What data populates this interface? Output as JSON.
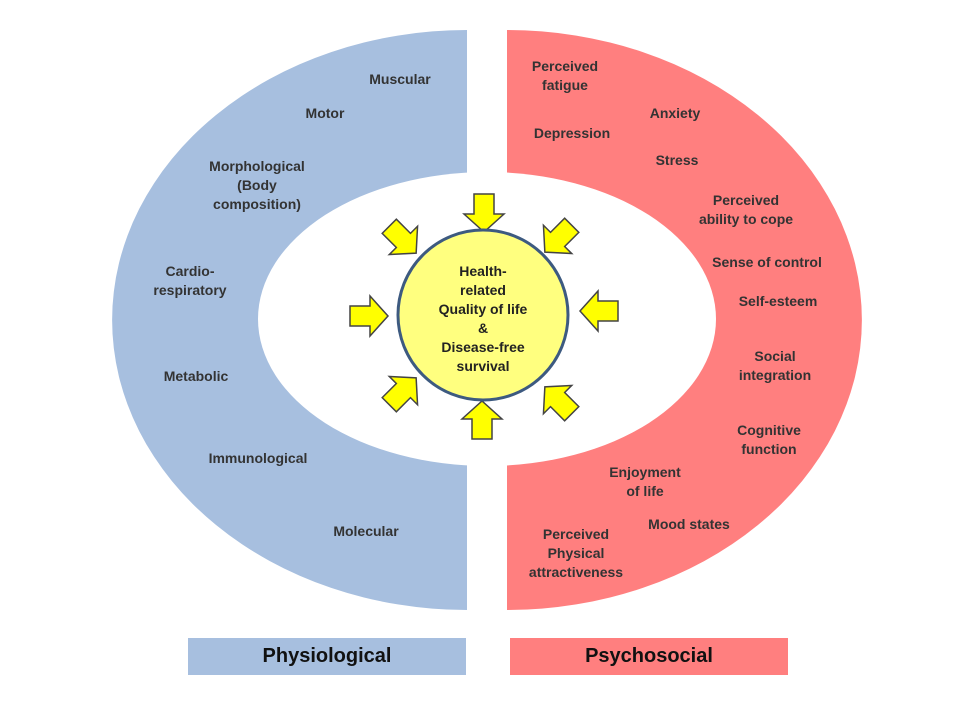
{
  "colors": {
    "physiological": "#a7bfdf",
    "psychosocial": "#ff7f7f",
    "inner": "#ffffff",
    "center_fill": "#ffff7f",
    "center_stroke": "#3d5a80",
    "arrow_fill": "#ffff00",
    "arrow_stroke": "#444444"
  },
  "center": {
    "lines": [
      "Health-",
      "related",
      "Quality of life",
      "&",
      "Disease-free",
      "survival"
    ]
  },
  "physiological": {
    "legend": "Physiological",
    "items": [
      {
        "lines": [
          "Muscular"
        ]
      },
      {
        "lines": [
          "Motor"
        ]
      },
      {
        "lines": [
          "Morphological",
          "(Body",
          "composition)"
        ]
      },
      {
        "lines": [
          "Cardio-",
          "respiratory"
        ]
      },
      {
        "lines": [
          "Metabolic"
        ]
      },
      {
        "lines": [
          "Immunological"
        ]
      },
      {
        "lines": [
          "Molecular"
        ]
      }
    ]
  },
  "psychosocial": {
    "legend": "Psychosocial",
    "items": [
      {
        "lines": [
          "Perceived",
          "fatigue"
        ]
      },
      {
        "lines": [
          "Anxiety"
        ]
      },
      {
        "lines": [
          "Depression"
        ]
      },
      {
        "lines": [
          "Stress"
        ]
      },
      {
        "lines": [
          "Perceived",
          "ability to cope"
        ]
      },
      {
        "lines": [
          "Sense of control"
        ]
      },
      {
        "lines": [
          "Self-esteem"
        ]
      },
      {
        "lines": [
          "Social",
          "integration"
        ]
      },
      {
        "lines": [
          "Cognitive",
          "function"
        ]
      },
      {
        "lines": [
          "Enjoyment",
          "of life"
        ]
      },
      {
        "lines": [
          "Mood states"
        ]
      },
      {
        "lines": [
          "Perceived",
          "Physical",
          "attractiveness"
        ]
      }
    ]
  }
}
